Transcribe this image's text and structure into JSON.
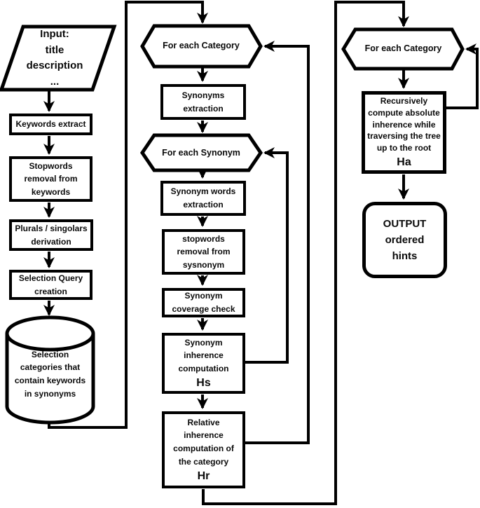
{
  "figure": {
    "background": "#ffffff",
    "ink": "#000000"
  },
  "pipeline": {
    "input": "Input:\ntitle\ndescription\n...",
    "keywords_extract": "Keywords extract",
    "stopwords_removal": "Stopwords\nremoval from\nkeywords",
    "plurals_derivation": "Plurals / singolars\nderivation",
    "selection_query": "Selection Query\ncreation",
    "selection_db": "Selection\ncategories that\ncontain keywords\nin synonyms"
  },
  "category_loop": {
    "for_each_category": "For each Category",
    "synonyms_extraction": "Synonyms\nextraction",
    "for_each_synonym": "For each Synonym",
    "synonym_words_extraction": "Synonym words\nextraction",
    "stopwords_removal_synonym": "stopwords\nremoval from\nsysnonym",
    "synonym_coverage_check": "Synonym\ncoverage check",
    "synonym_inherence": {
      "text": "Synonym\ninherence\ncomputation",
      "symbol": "Hs"
    },
    "relative_inherence": {
      "text": "Relative\ninherence\ncomputation of\nthe category",
      "symbol": "Hr"
    }
  },
  "output_loop": {
    "for_each_category": "For each Category",
    "absolute_inherence": {
      "text": "Recursively\ncompute absolute\ninherence while\ntraversing the tree\nup to the root",
      "symbol": "Ha"
    },
    "output": "OUTPUT\nordered\nhints"
  }
}
